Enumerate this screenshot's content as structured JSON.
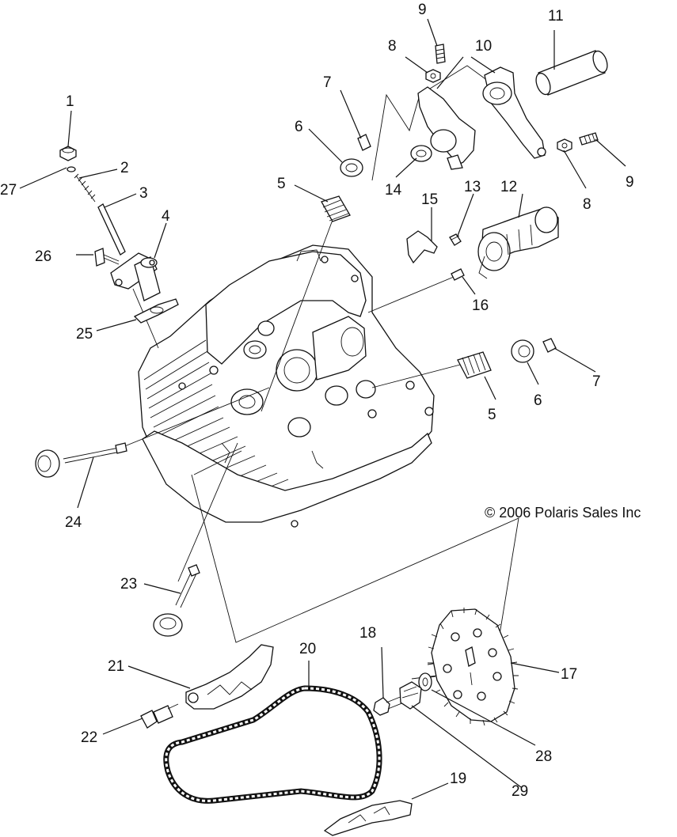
{
  "copyright": "© 2006 Polaris Sales Inc",
  "callouts": [
    "1",
    "2",
    "3",
    "4",
    "5",
    "5",
    "6",
    "6",
    "7",
    "7",
    "8",
    "8",
    "9",
    "9",
    "10",
    "11",
    "12",
    "13",
    "14",
    "15",
    "16",
    "17",
    "18",
    "19",
    "20",
    "21",
    "22",
    "23",
    "24",
    "25",
    "26",
    "27",
    "28",
    "29"
  ],
  "icons": {
    "cylinder_head": "cylinder-head-icon",
    "camshaft": "camshaft-icon",
    "rocker_arm": "rocker-arm-icon",
    "sprocket": "cam-sprocket-icon",
    "chain": "cam-chain-icon"
  }
}
